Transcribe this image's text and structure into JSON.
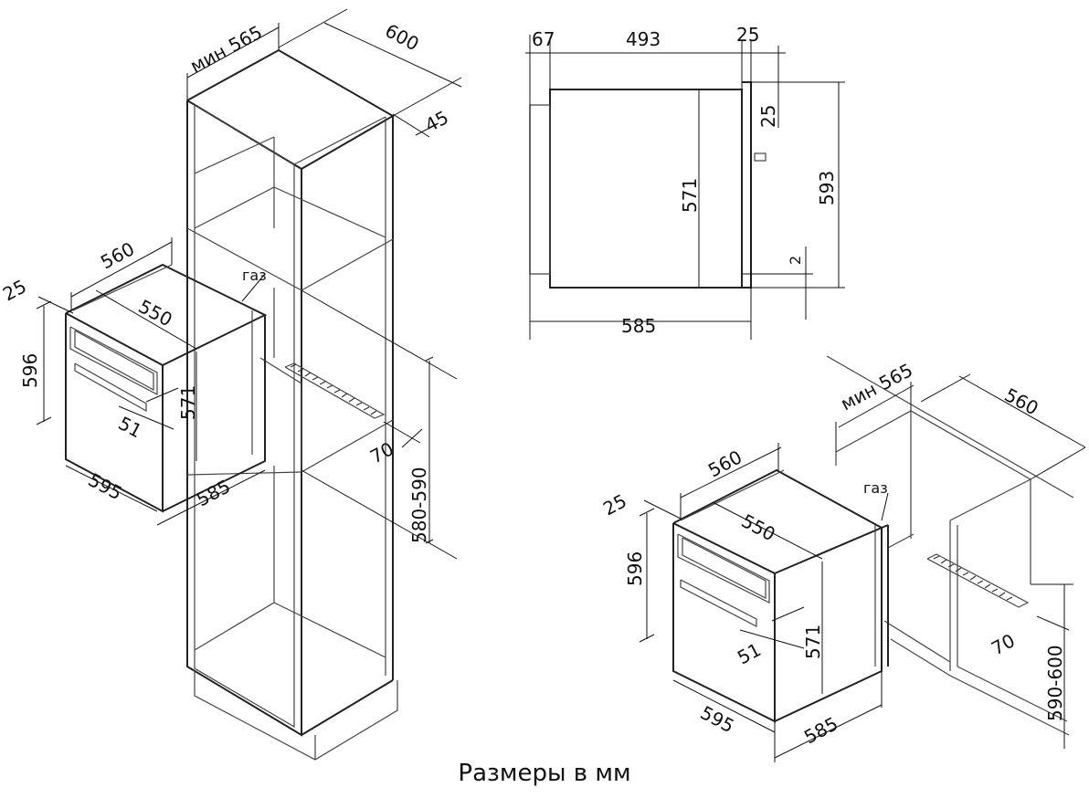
{
  "caption": "Размеры в мм",
  "tall_cabinet": {
    "min_width": "мин 565",
    "depth": "600",
    "back_gap": "45",
    "vent_gap": "70",
    "niche_height": "580-590"
  },
  "oven_left": {
    "depth_top": "560",
    "offset": "25",
    "inner_depth": "550",
    "gas_label": "газ",
    "height": "596",
    "body_height": "571",
    "handle": "51",
    "width": "595",
    "body_width": "585"
  },
  "side_view": {
    "front": "67",
    "body": "493",
    "back": "25",
    "top_gap": "25",
    "body_height": "571",
    "total_height": "593",
    "bottom_gap": "2",
    "total_width": "585"
  },
  "undercounter": {
    "min_width": "мин 565",
    "depth": "560",
    "vent_gap": "70",
    "niche_height": "590-600"
  },
  "oven_right": {
    "depth_top": "560",
    "offset": "25",
    "inner_depth": "550",
    "gas_label": "газ",
    "height": "596",
    "body_height": "571",
    "handle": "51",
    "width": "595",
    "body_width": "585"
  }
}
